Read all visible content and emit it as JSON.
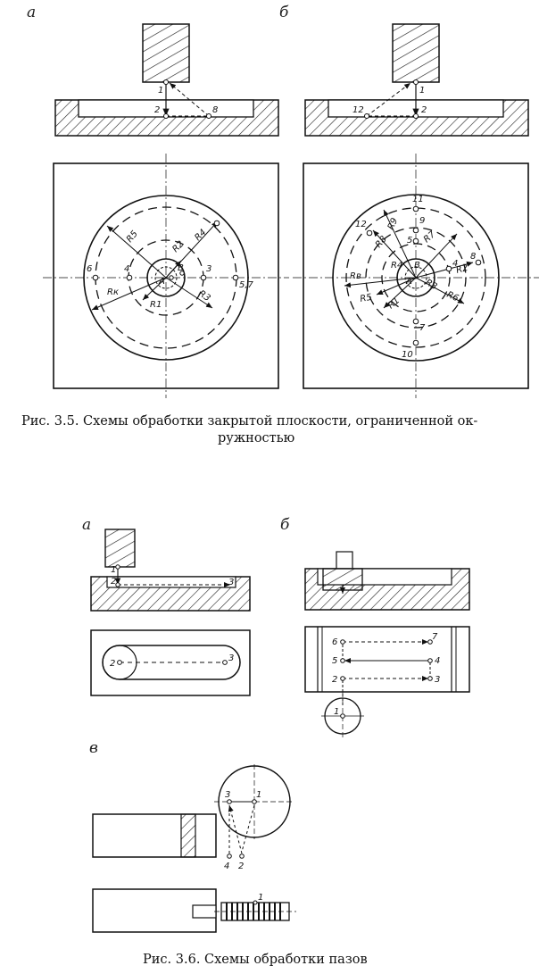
{
  "fig35": {
    "panel_a": "а",
    "panel_b": "б",
    "caption_lines": [
      "Рис. 3.5. Схемы обработки закрытой плоскости, ограниченной ок-",
      "ружностью"
    ],
    "a_side_labels": [
      "1",
      "2",
      "8"
    ],
    "a_plan_labels": [
      "6",
      "4",
      "3",
      "5,7",
      "A",
      "B"
    ],
    "a_radii": [
      "R5",
      "R2",
      "R4",
      "Rк",
      "R1",
      "R3"
    ],
    "b_side_labels": [
      "12",
      "1",
      "2"
    ],
    "b_plan_labels": [
      "11",
      "9",
      "12",
      "5",
      "4",
      "8",
      "7",
      "10",
      "A",
      "B"
    ],
    "b_radii": [
      "R9",
      "R8",
      "R7",
      "R4",
      "R2",
      "Rв",
      "R5",
      "R6",
      "R3",
      "R1"
    ]
  },
  "fig36": {
    "panel_a": "а",
    "panel_b": "б",
    "panel_c": "в",
    "caption": "Рис. 3.6. Схемы обработки пазов",
    "a_labels": [
      "1",
      "2",
      "3"
    ],
    "b_labels": [
      "6",
      "7",
      "5",
      "4",
      "2",
      "3",
      "1"
    ],
    "c_labels": [
      "3",
      "1",
      "4",
      "2",
      "1"
    ]
  }
}
